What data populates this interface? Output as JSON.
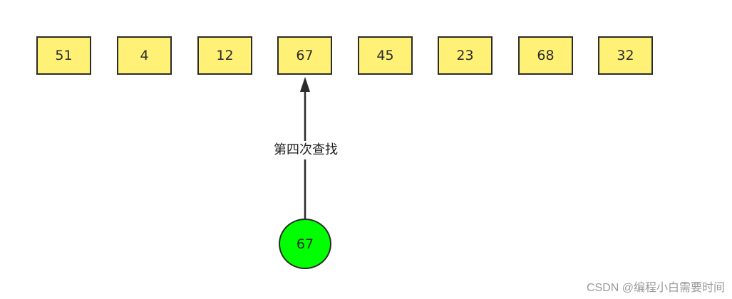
{
  "array": [
    {
      "value": "51"
    },
    {
      "value": "4"
    },
    {
      "value": "12"
    },
    {
      "value": "67"
    },
    {
      "value": "45"
    },
    {
      "value": "23"
    },
    {
      "value": "68"
    },
    {
      "value": "32"
    }
  ],
  "arrow_label": "第四次查找",
  "target": "67",
  "watermark": "CSDN @编程小白需要时间",
  "colors": {
    "box_fill": "#fff176",
    "target_fill": "#00ff00",
    "stroke": "#2b2b2b"
  }
}
